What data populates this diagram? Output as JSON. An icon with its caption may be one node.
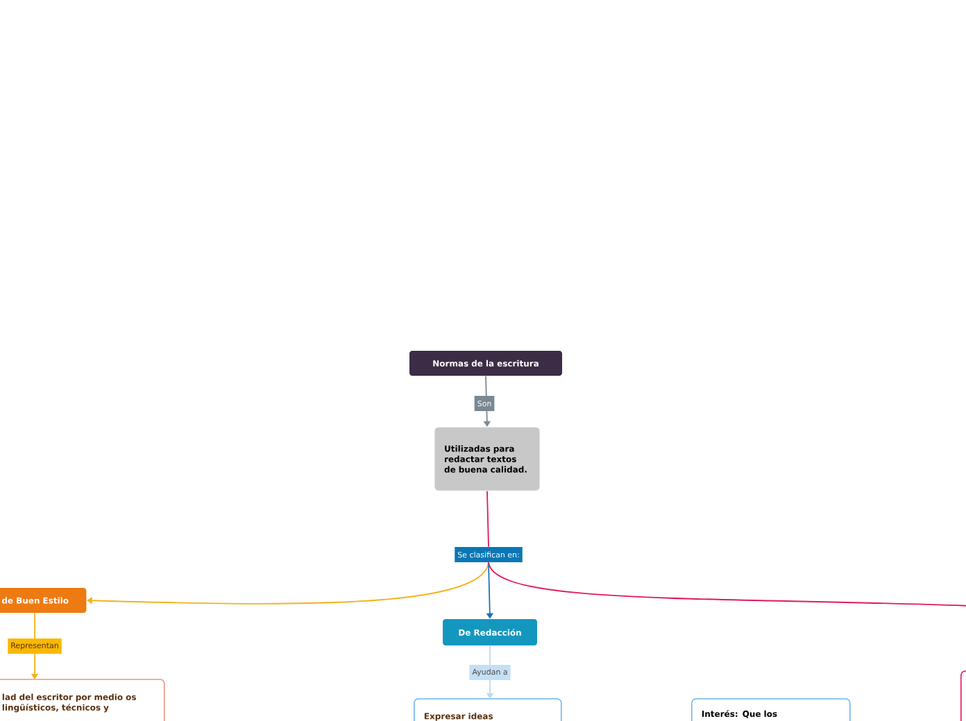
{
  "diagram": {
    "nodes": [
      {
        "text": [
          "Normas de la escritura"
        ]
      },
      {
        "text": [
          "Utilizadas para redactar textos de buena calidad."
        ]
      },
      {
        "text": [
          "Se clasifican en:"
        ]
      },
      {
        "text": [
          "de Buen Estilo"
        ]
      },
      {
        "text": [
          "De Redacción"
        ]
      },
      {
        "text": [
          "lad del escritor por medio os lingüísticos, técnicos y"
        ]
      },
      {
        "text": [
          "Expresar ideas"
        ]
      },
      {
        "text": [
          "Interés: Que los"
        ]
      },
      {
        "text": [],
        "shape": "box"
      }
    ],
    "edges": [
      {
        "from": 0,
        "to": 1,
        "arrow": "to",
        "label": "Son",
        "color": "#7b8793"
      },
      {
        "from": 1,
        "to": 2,
        "arrow": "none",
        "color": "#e0195a"
      },
      {
        "from": 2,
        "to": 3,
        "arrow": "to",
        "color": "#f5b21b"
      },
      {
        "from": 2,
        "to": 4,
        "arrow": "to",
        "color": "#1a73b8"
      },
      {
        "from": 2,
        "to": null,
        "arrow": "none",
        "color": "#e0195a"
      },
      {
        "from": 3,
        "to": 5,
        "arrow": "to",
        "label": "Representan",
        "color": "#f5b21b"
      },
      {
        "from": 4,
        "to": 6,
        "arrow": "to",
        "label": "Ayudan a",
        "color": "#bcd9f0"
      }
    ]
  }
}
